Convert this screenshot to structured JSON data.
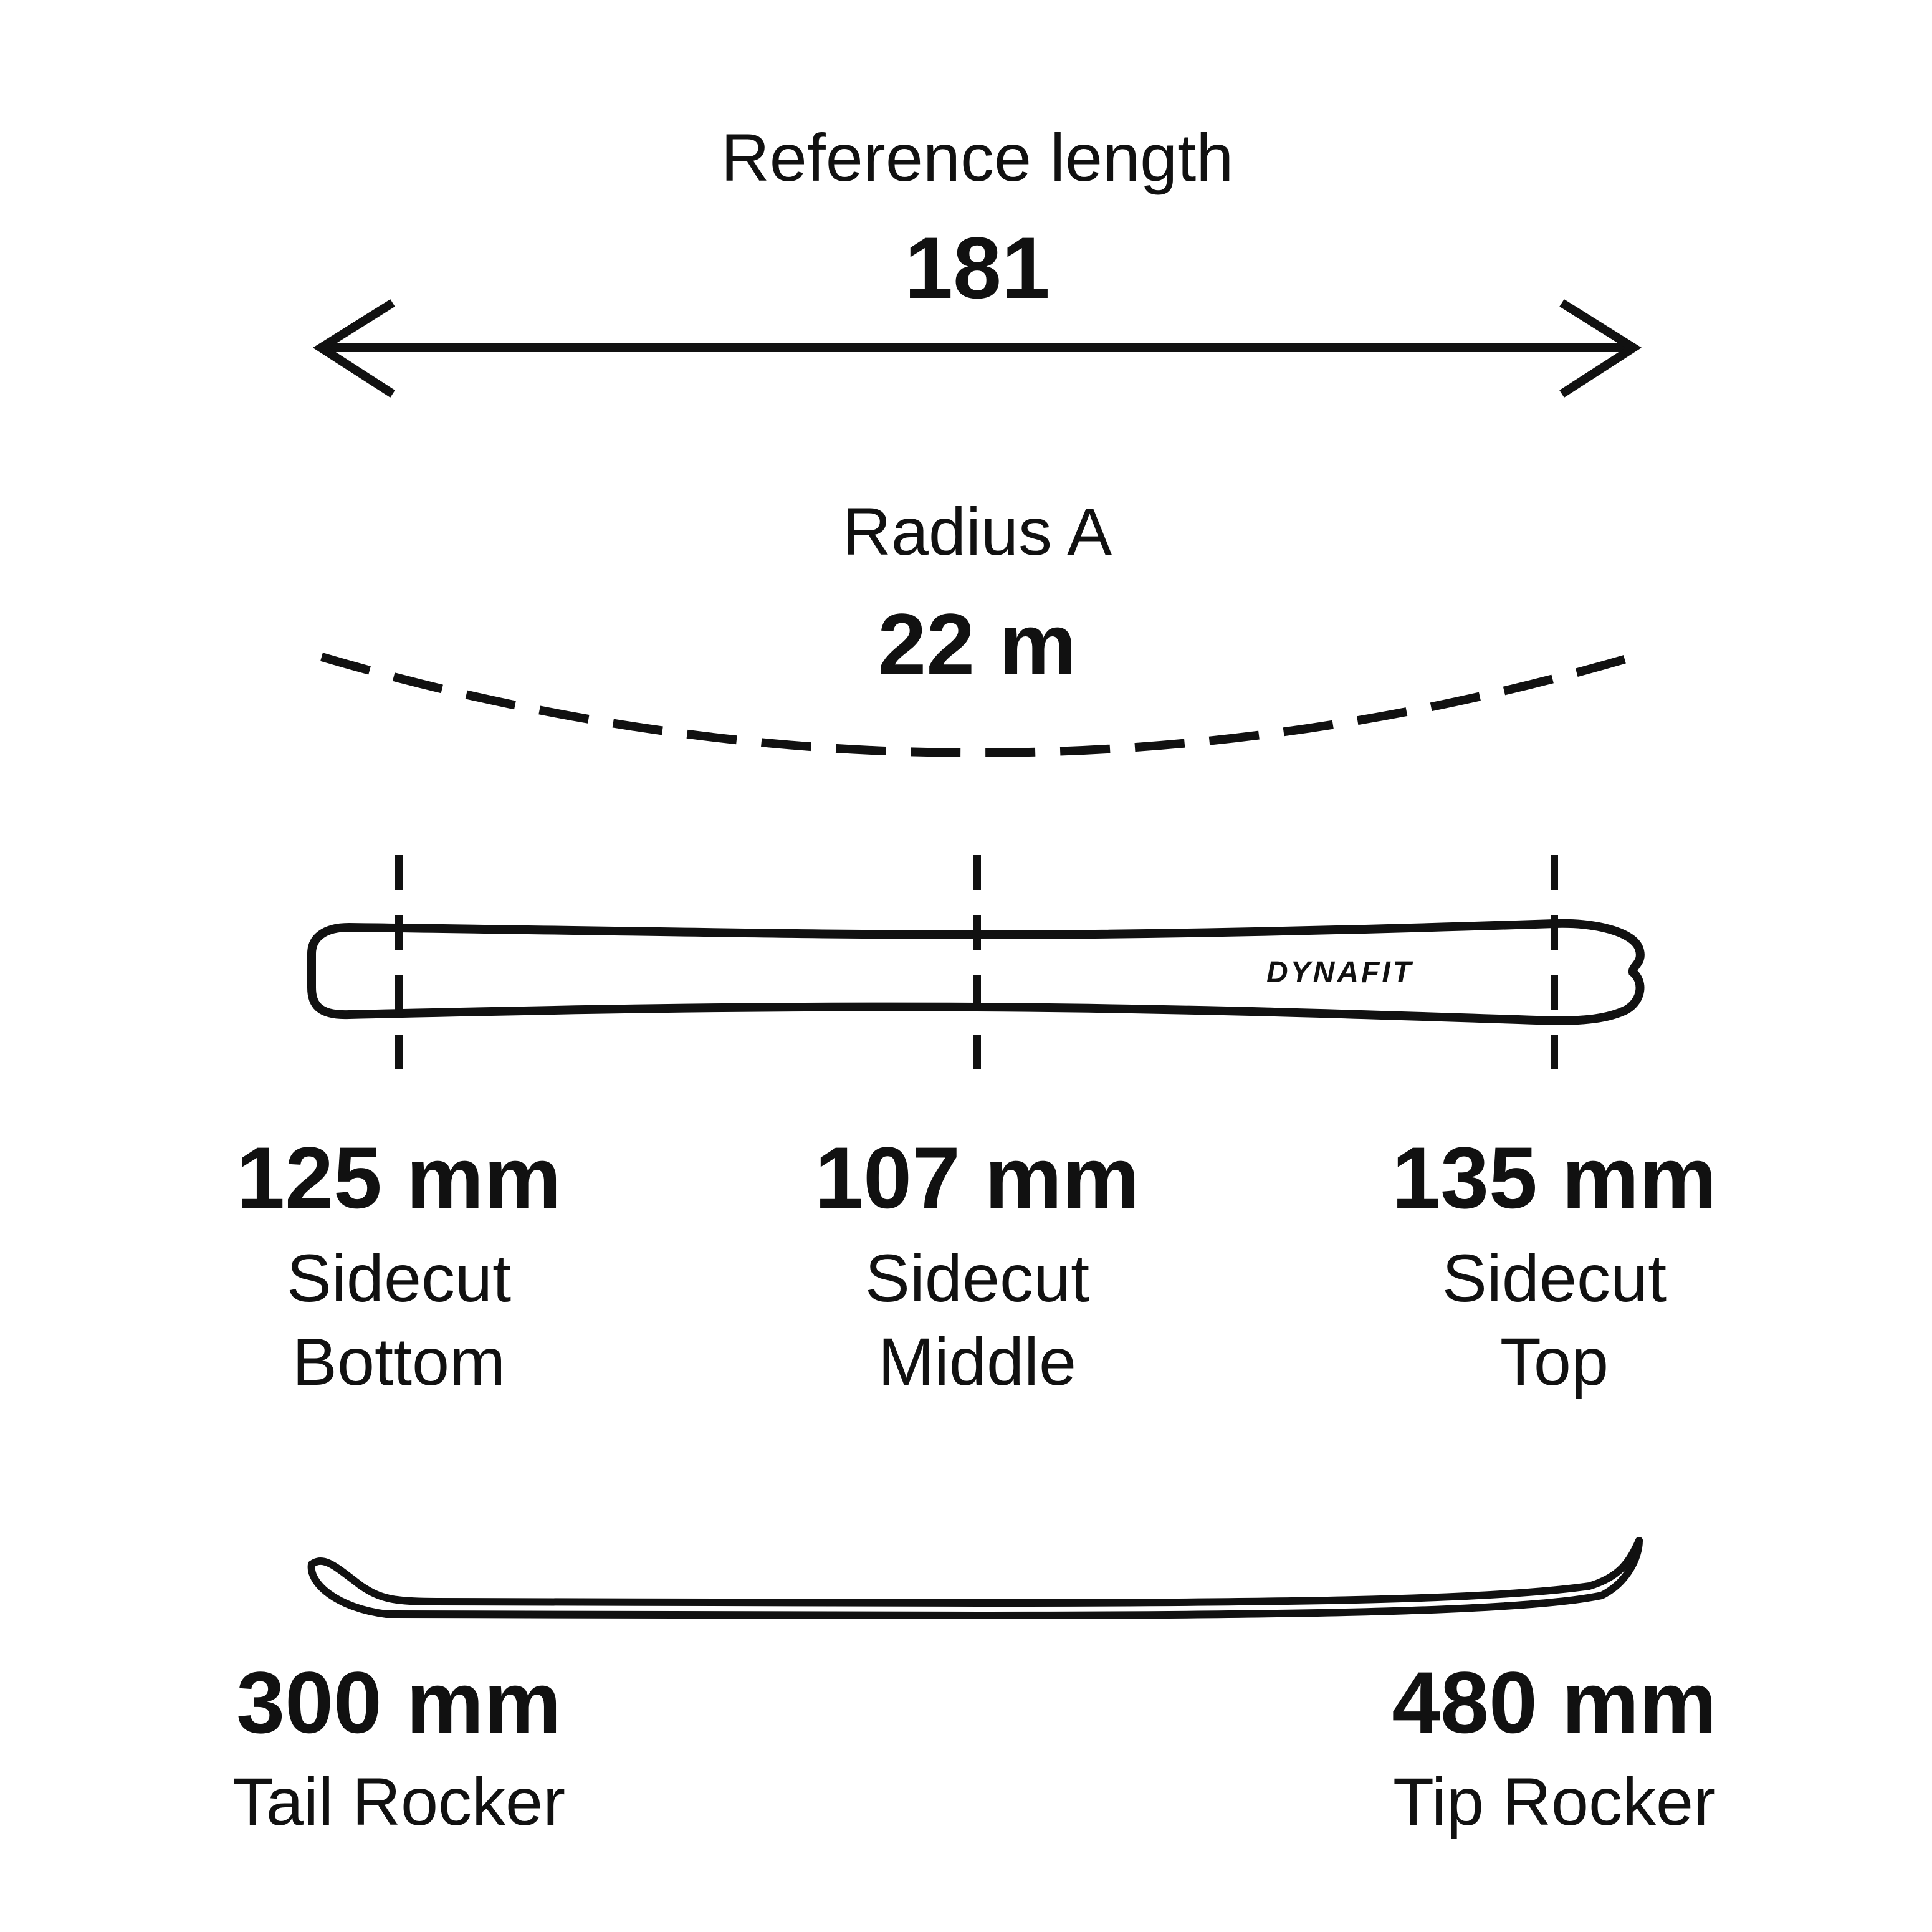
{
  "reference_length": {
    "label": "Reference length",
    "value": "181"
  },
  "radius": {
    "label": "Radius A",
    "value": "22 m"
  },
  "brand_logo": "DYNAFIT",
  "sidecuts": [
    {
      "value": "125 mm",
      "label1": "Sidecut",
      "label2": "Bottom"
    },
    {
      "value": "107 mm",
      "label1": "Sidecut",
      "label2": "Middle"
    },
    {
      "value": "135 mm",
      "label1": "Sidecut",
      "label2": "Top"
    }
  ],
  "rockers": [
    {
      "value": "300 mm",
      "label": "Tail Rocker"
    },
    {
      "value": "480 mm",
      "label": "Tip Rocker"
    }
  ],
  "colors": {
    "ink": "#111111",
    "background": "#ffffff"
  }
}
